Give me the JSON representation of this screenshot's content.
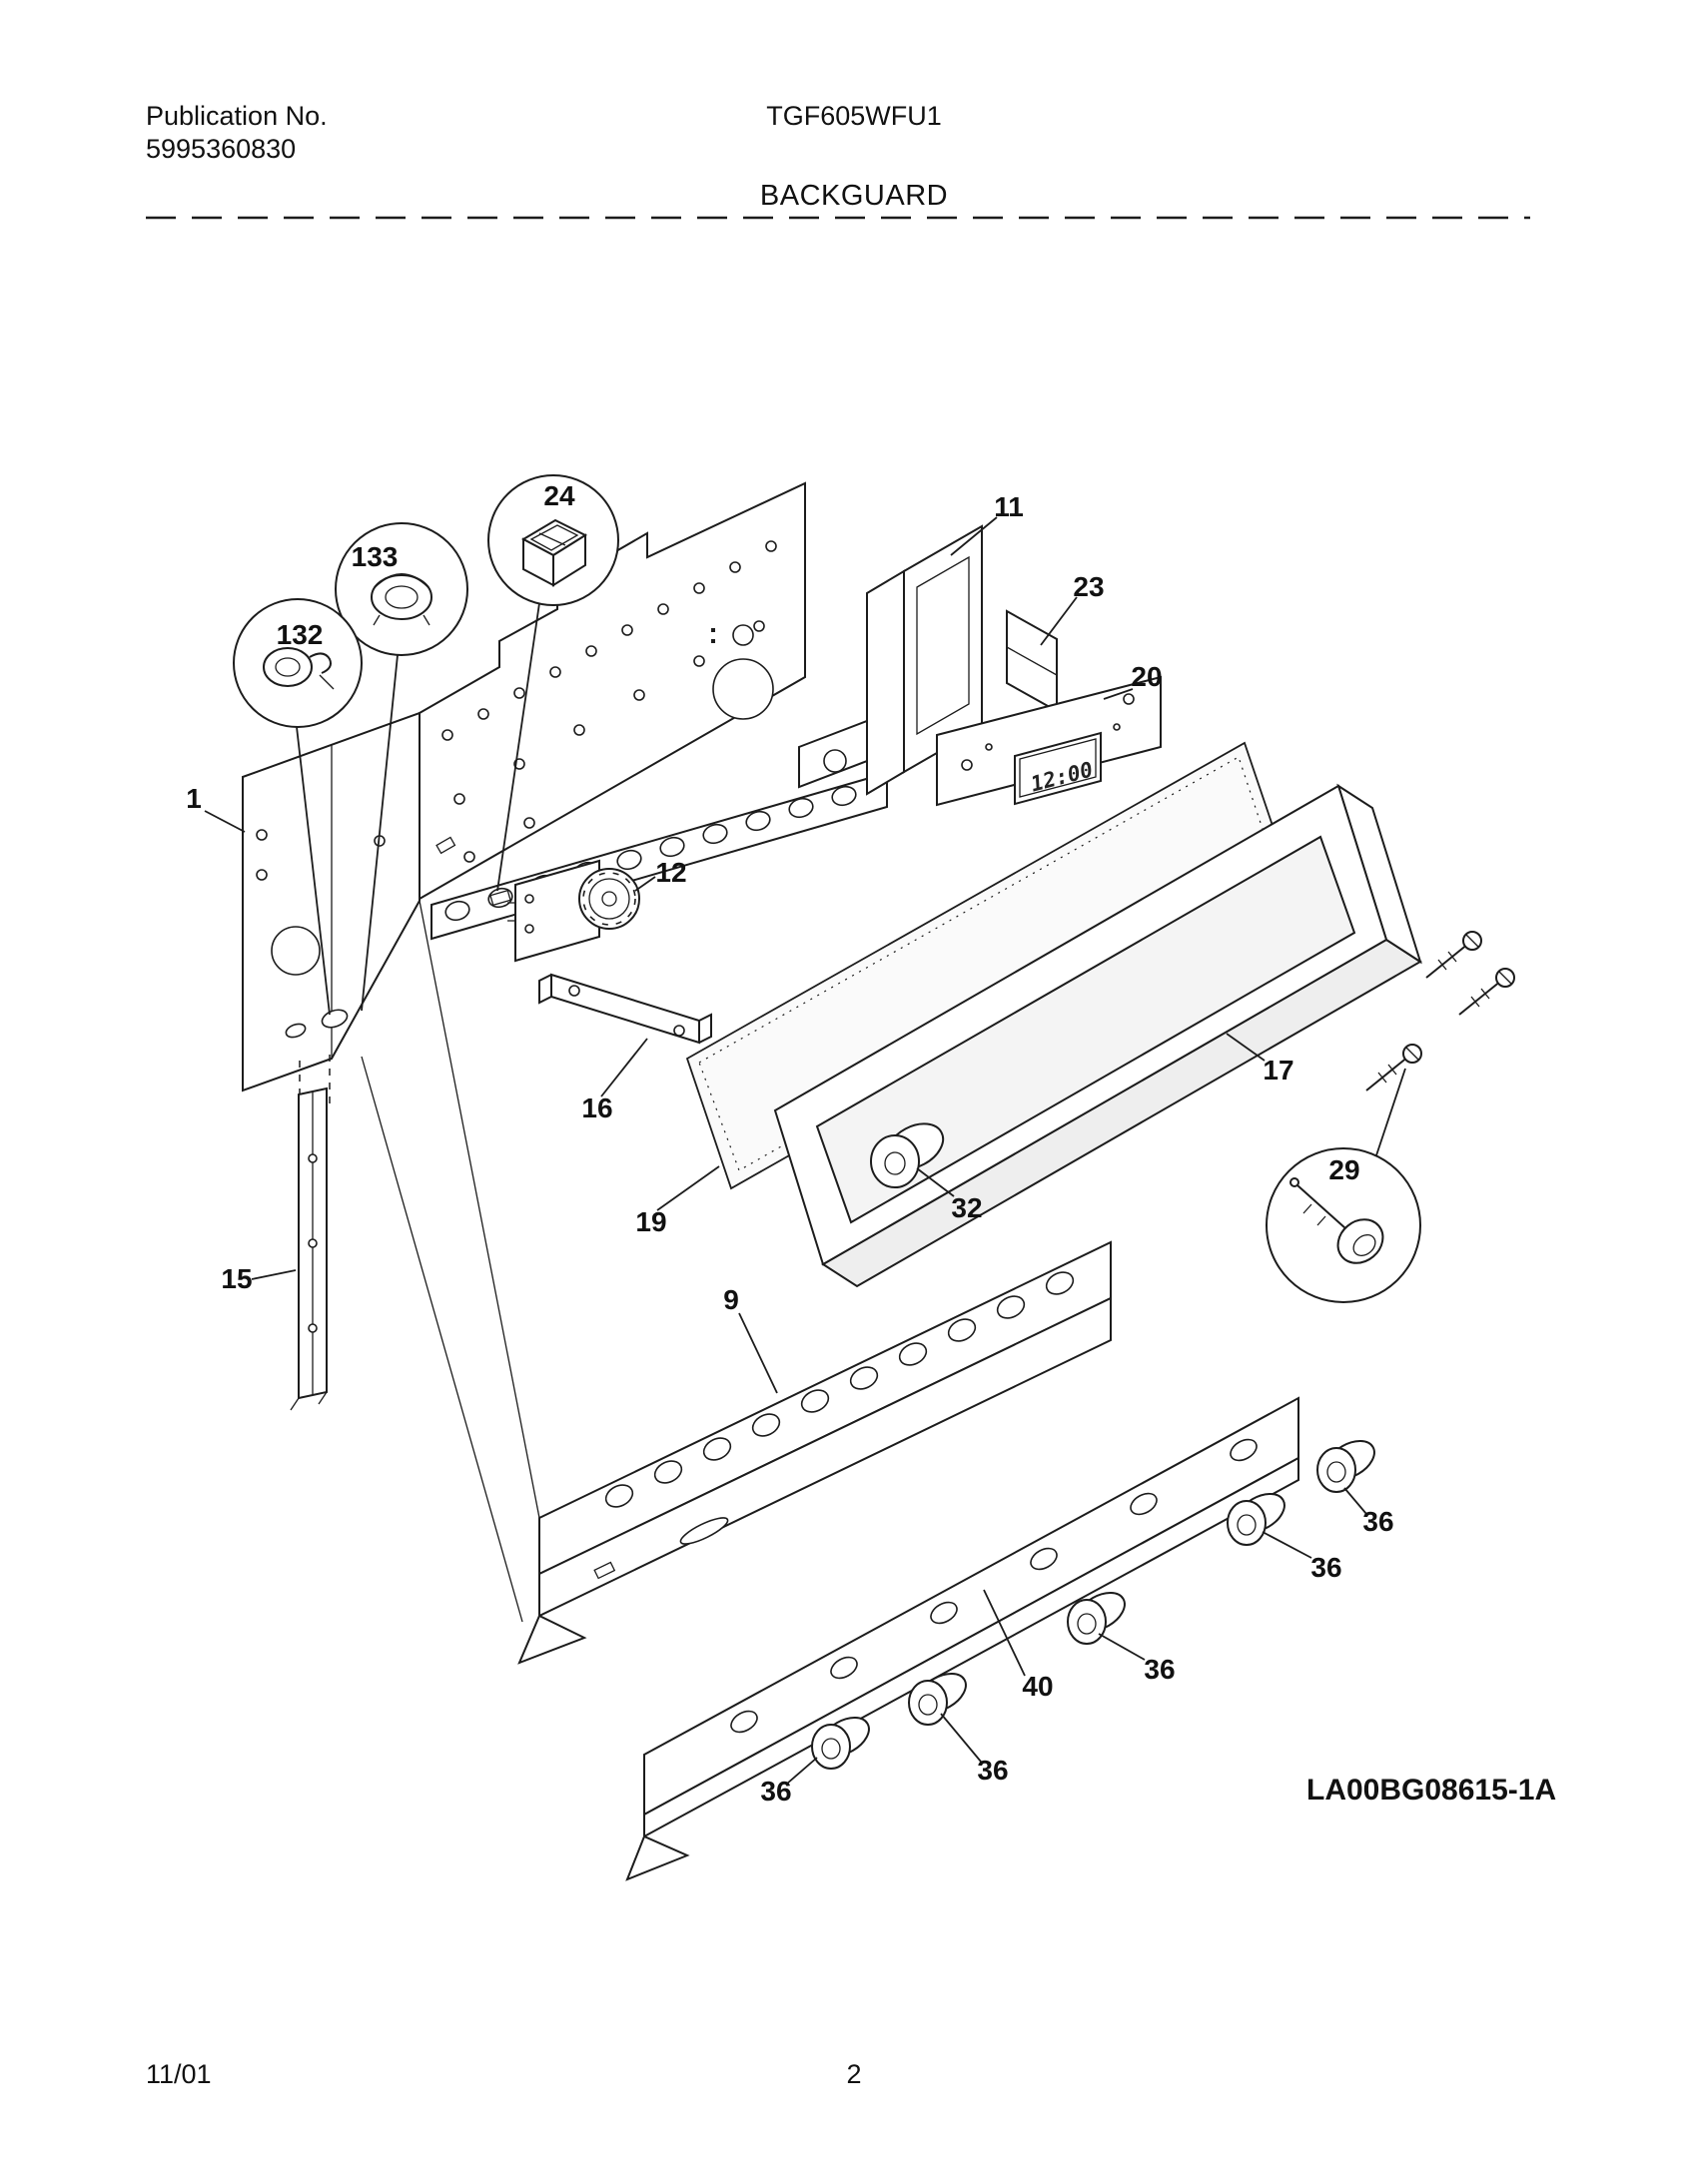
{
  "header": {
    "publication_label": "Publication No.",
    "publication_number": "5995360830",
    "model": "TGF605WFU1",
    "section_title": "BACKGUARD"
  },
  "diagram": {
    "code": "LA00BG08615-1A",
    "clock_display": "12:00",
    "callouts": [
      {
        "label": "24"
      },
      {
        "label": "133"
      },
      {
        "label": "132"
      },
      {
        "label": "1"
      },
      {
        "label": "11"
      },
      {
        "label": "23"
      },
      {
        "label": "20"
      },
      {
        "label": "12"
      },
      {
        "label": "16"
      },
      {
        "label": "19"
      },
      {
        "label": "17"
      },
      {
        "label": "32"
      },
      {
        "label": "29"
      },
      {
        "label": "15"
      },
      {
        "label": "9"
      },
      {
        "label": "36"
      },
      {
        "label": "36"
      },
      {
        "label": "36"
      },
      {
        "label": "40"
      },
      {
        "label": "36"
      },
      {
        "label": "36"
      }
    ]
  },
  "footer": {
    "date": "11/01",
    "page_number": "2"
  },
  "colors": {
    "ink": "#1c1c1c",
    "paper": "#ffffff"
  }
}
